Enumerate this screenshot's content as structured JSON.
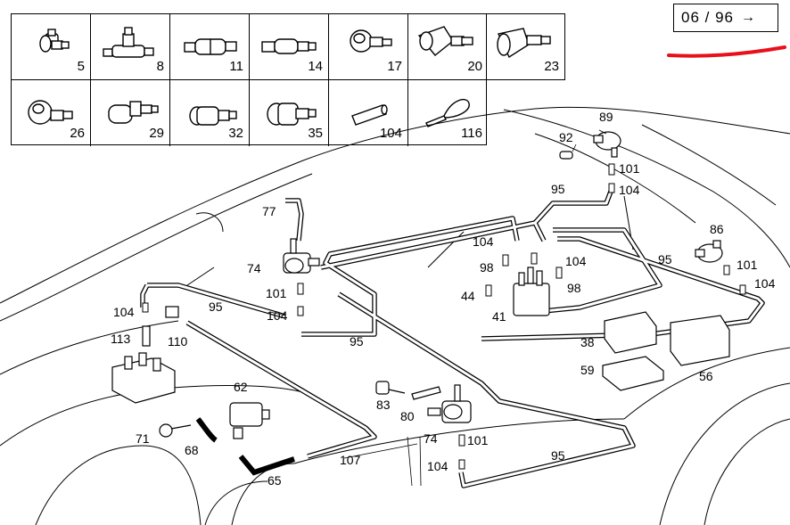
{
  "page_ref": {
    "text": "06 / 96",
    "arrow": "→"
  },
  "accent_color": "#e8101a",
  "legend": [
    {
      "num": "5",
      "icon": "elbow-connector"
    },
    {
      "num": "8",
      "icon": "tee-connector"
    },
    {
      "num": "11",
      "icon": "straight-connector"
    },
    {
      "num": "14",
      "icon": "reducer-connector"
    },
    {
      "num": "17",
      "icon": "cap-connector"
    },
    {
      "num": "20",
      "icon": "elbow-sleeve"
    },
    {
      "num": "23",
      "icon": "straight-sleeve"
    },
    {
      "num": "26",
      "icon": "elbow-cap"
    },
    {
      "num": "29",
      "icon": "elbow-adapter"
    },
    {
      "num": "32",
      "icon": "plug-connector"
    },
    {
      "num": "35",
      "icon": "angle-plug"
    },
    {
      "num": "104",
      "icon": "hose-piece"
    },
    {
      "num": "116",
      "icon": "cable-tie"
    }
  ],
  "callouts": [
    {
      "text": "89"
    },
    {
      "text": "92"
    },
    {
      "text": "101"
    },
    {
      "text": "95"
    },
    {
      "text": "104"
    },
    {
      "text": "86"
    },
    {
      "text": "95"
    },
    {
      "text": "101"
    },
    {
      "text": "104"
    },
    {
      "text": "77"
    },
    {
      "text": "74"
    },
    {
      "text": "101"
    },
    {
      "text": "104"
    },
    {
      "text": "95"
    },
    {
      "text": "104"
    },
    {
      "text": "98"
    },
    {
      "text": "104"
    },
    {
      "text": "98"
    },
    {
      "text": "44"
    },
    {
      "text": "41"
    },
    {
      "text": "104"
    },
    {
      "text": "95"
    },
    {
      "text": "113"
    },
    {
      "text": "110"
    },
    {
      "text": "38"
    },
    {
      "text": "59"
    },
    {
      "text": "56"
    },
    {
      "text": "62"
    },
    {
      "text": "71"
    },
    {
      "text": "68"
    },
    {
      "text": "65"
    },
    {
      "text": "107"
    },
    {
      "text": "83"
    },
    {
      "text": "80"
    },
    {
      "text": "74"
    },
    {
      "text": "101"
    },
    {
      "text": "104"
    },
    {
      "text": "95"
    }
  ]
}
